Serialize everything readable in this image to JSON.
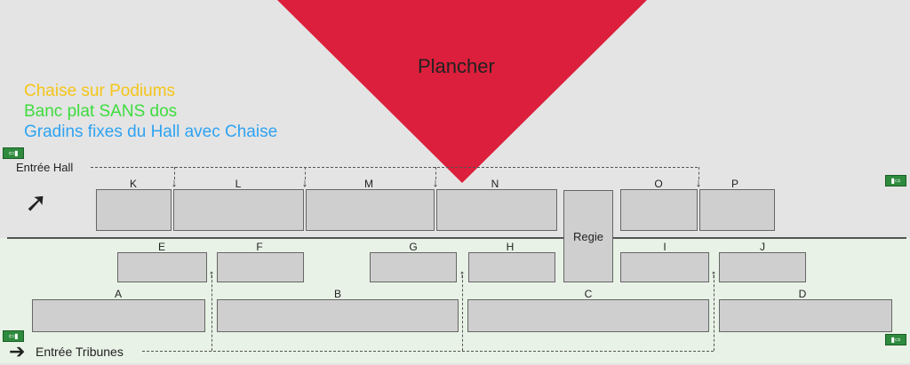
{
  "title": "Plancher",
  "legend": [
    {
      "text": "Chaise sur Podiums",
      "color": "#f5c518"
    },
    {
      "text": "Banc plat SANS dos",
      "color": "#3ddc3d"
    },
    {
      "text": "Gradins fixes du Hall avec Chaise",
      "color": "#2ea3f2"
    }
  ],
  "entrances": {
    "hall": "Entrée Hall",
    "tribunes": "Entrée Tribunes"
  },
  "regie": "Regie",
  "colors": {
    "podium": "#f2d33a",
    "bench": "#49d83b",
    "gradin": "#3fa7e6",
    "reserved": "#e05a5a",
    "stage": "#dc1f3c",
    "floor_bg": "#e4e4e4",
    "hall_bg": "#e8f2e6"
  },
  "sections": {
    "podium": [
      "K",
      "L",
      "M",
      "N",
      "O",
      "P"
    ],
    "bench": [
      "E",
      "F",
      "G",
      "H",
      "I",
      "J"
    ],
    "gradin": [
      "A",
      "B",
      "C",
      "D"
    ]
  }
}
